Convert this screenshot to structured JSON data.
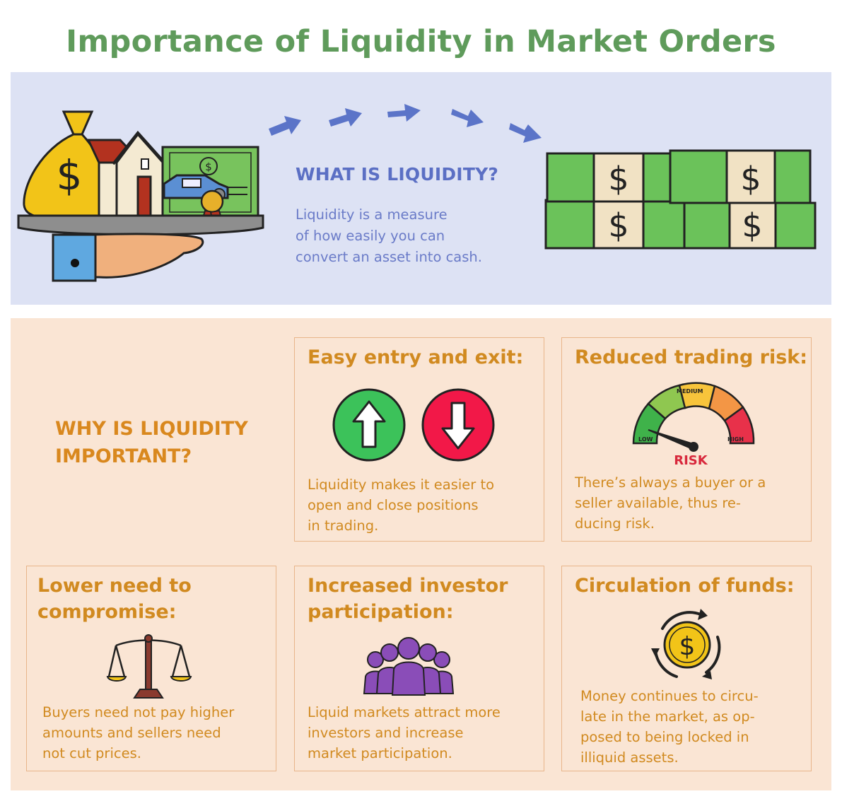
{
  "title": "Importance of Liquidity in Market Orders",
  "what": {
    "heading": "WHAT IS LIQUIDITY?",
    "lines": [
      "Liquidity is a measure",
      "of how easily you can",
      "convert an asset into cash."
    ]
  },
  "why": {
    "lines": [
      "WHY IS LIQUIDITY",
      "IMPORTANT?"
    ]
  },
  "cards": {
    "entry": {
      "title_lines": [
        "Easy entry and exit:"
      ],
      "text_lines": [
        "Liquidity makes it easier to",
        "open and close positions",
        "in trading."
      ]
    },
    "risk": {
      "title_lines": [
        "Reduced trading risk:"
      ],
      "gauge_labels": {
        "low": "LOW",
        "medium": "MEDIUM",
        "high": "HIGH",
        "risk": "RISK"
      },
      "text_lines": [
        "There’s always a buyer or a",
        "seller available, thus re-",
        "ducing risk."
      ]
    },
    "compromise": {
      "title_lines": [
        "Lower need to",
        "compromise:"
      ],
      "text_lines": [
        "Buyers need not pay higher",
        "amounts and sellers need",
        "not cut prices."
      ]
    },
    "participation": {
      "title_lines": [
        "Increased investor",
        "participation:"
      ],
      "text_lines": [
        "Liquid markets attract more",
        "investors and increase",
        "market participation."
      ]
    },
    "circulation": {
      "title_lines": [
        "Circulation of funds:"
      ],
      "text_lines": [
        "Money continues to circu-",
        "late in the market, as op-",
        "posed to being locked in",
        "illiquid assets."
      ]
    }
  },
  "icons": {
    "assets": "assets-on-hand-icon",
    "arrows": "arrow-right-icon",
    "cash": "cash-stack-icon",
    "up": "arrow-up-circle-icon",
    "down": "arrow-down-circle-icon",
    "gauge": "risk-gauge-icon",
    "scale": "balance-scale-icon",
    "people": "people-group-icon",
    "coin": "coin-cycle-icon"
  },
  "colors": {
    "title": "#5f9b5b",
    "what": "#5b6fc4",
    "accent": "#d18a20",
    "top_panel": "#dde2f4",
    "bottom_panel": "#fae5d4"
  }
}
